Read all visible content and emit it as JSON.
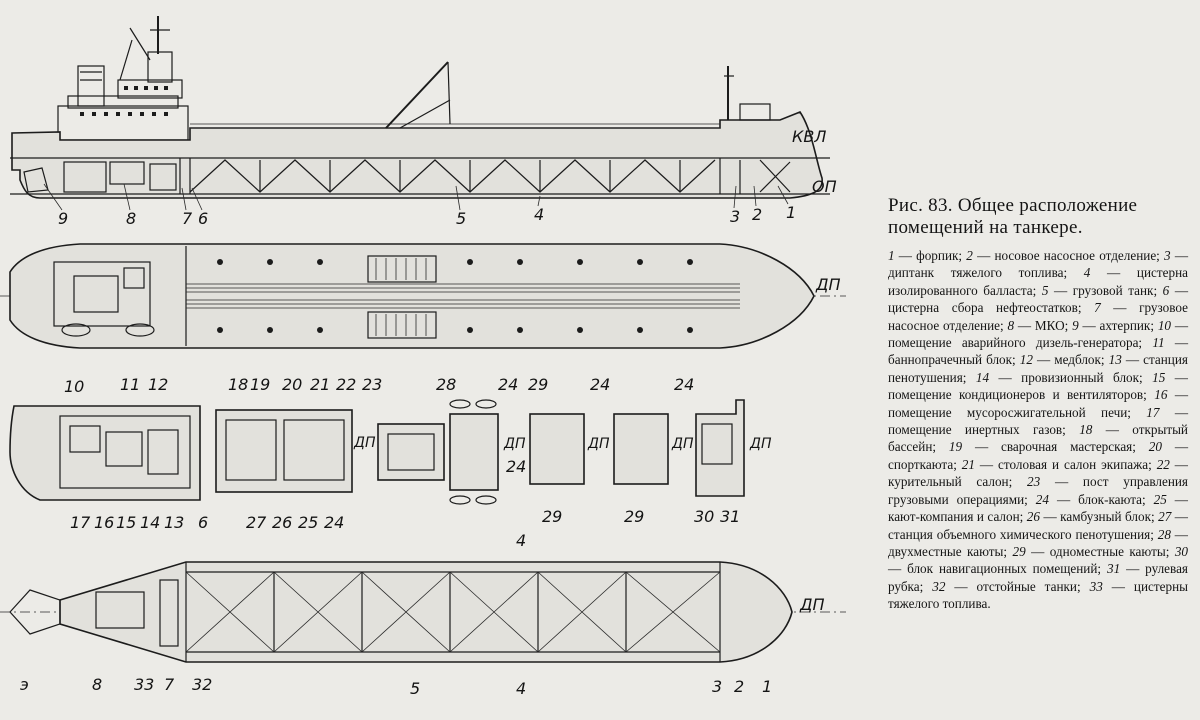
{
  "figure": {
    "caption_title": "Рис. 83. Общее расположение помещений на танкере.",
    "legend": [
      {
        "num": "1",
        "text": "форпик;"
      },
      {
        "num": "2",
        "text": "носовое насосное отделение;"
      },
      {
        "num": "3",
        "text": "диптанк тяжелого топлива;"
      },
      {
        "num": "4",
        "text": "цистерна изолированного балласта;"
      },
      {
        "num": "5",
        "text": "грузовой танк;"
      },
      {
        "num": "6",
        "text": "цистерна сбора нефтеостатков;"
      },
      {
        "num": "7",
        "text": "грузовое насосное отделение;"
      },
      {
        "num": "8",
        "text": "МКО;"
      },
      {
        "num": "9",
        "text": "ахтерпик;"
      },
      {
        "num": "10",
        "text": "помещение аварийного дизель-генератора;"
      },
      {
        "num": "11",
        "text": "баннопрачечный блок;"
      },
      {
        "num": "12",
        "text": "медблок;"
      },
      {
        "num": "13",
        "text": "станция пенотушения;"
      },
      {
        "num": "14",
        "text": "провизионный блок;"
      },
      {
        "num": "15",
        "text": "помещение кондиционеров и вентиляторов;"
      },
      {
        "num": "16",
        "text": "помещение мусоросжигательной печи;"
      },
      {
        "num": "17",
        "text": "помещение инертных газов;"
      },
      {
        "num": "18",
        "text": "открытый бассейн;"
      },
      {
        "num": "19",
        "text": "сварочная мастерская;"
      },
      {
        "num": "20",
        "text": "спорткаюта;"
      },
      {
        "num": "21",
        "text": "столовая и салон экипажа;"
      },
      {
        "num": "22",
        "text": "курительный салон;"
      },
      {
        "num": "23",
        "text": "пост управления грузовыми операциями;"
      },
      {
        "num": "24",
        "text": "блок-каюта;"
      },
      {
        "num": "25",
        "text": "кают-компания и салон;"
      },
      {
        "num": "26",
        "text": "камбузный блок;"
      },
      {
        "num": "27",
        "text": "станция объемного химического пенотушения;"
      },
      {
        "num": "28",
        "text": "двухместные каюты;"
      },
      {
        "num": "29",
        "text": "одноместные каюты;"
      },
      {
        "num": "30",
        "text": "блок навигационных помещений;"
      },
      {
        "num": "31",
        "text": "рулевая рубка;"
      },
      {
        "num": "32",
        "text": "отстойные танки;"
      },
      {
        "num": "33",
        "text": "цистерны тяжелого топлива."
      }
    ]
  },
  "markings": {
    "waterline": "КВЛ",
    "baseline": "ОП",
    "centerline": "ДП"
  },
  "profile_numbers": [
    "9",
    "8",
    "7",
    "6",
    "5",
    "4",
    "3",
    "2",
    "1"
  ],
  "deck_numbers_top": [
    "10",
    "11",
    "12",
    "18",
    "19",
    "20",
    "21",
    "22",
    "23",
    "28",
    "24",
    "29",
    "24",
    "24"
  ],
  "deck_numbers_bottom": [
    "17",
    "16",
    "15",
    "14",
    "13",
    "6",
    "27",
    "26",
    "25",
    "24",
    "24",
    "29",
    "29",
    "30",
    "31"
  ],
  "plan_numbers": [
    "4",
    "э",
    "8",
    "33",
    "7",
    "32",
    "5",
    "4",
    "3",
    "2",
    "1"
  ]
}
